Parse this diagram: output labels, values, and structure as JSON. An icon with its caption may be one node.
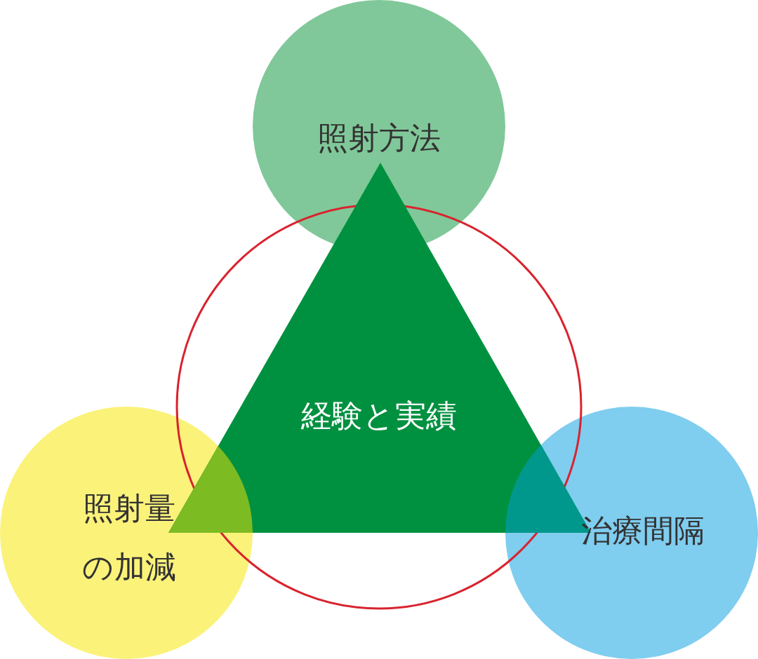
{
  "diagram": {
    "nodes": [
      {
        "text": [
          "照射方法"
        ]
      },
      {
        "text": [],
        "shape": "circle"
      },
      {
        "text": [
          "経験と実績"
        ]
      },
      {
        "text": [
          "照射量の加減"
        ]
      },
      {
        "text": [
          "治療間隔"
        ]
      }
    ],
    "edges": []
  }
}
